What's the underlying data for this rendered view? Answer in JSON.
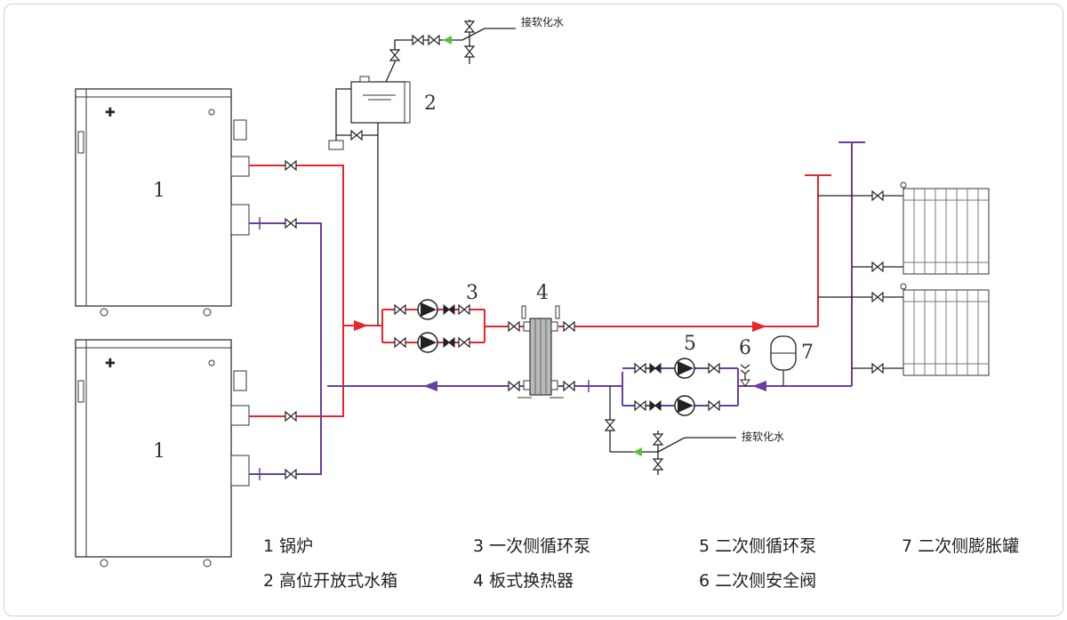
{
  "labels": {
    "boiler_1_top": "1",
    "boiler_1_bottom": "1",
    "tank": "2",
    "primary_pump": "3",
    "heat_exchanger": "4",
    "secondary_pump": "5",
    "safety_valve": "6",
    "expansion_tank": "7"
  },
  "notes": {
    "soft_water_top": "接软化水",
    "soft_water_bottom": "接软化水"
  },
  "legend": {
    "item1": "1 锅炉",
    "item2": "2 高位开放式水箱",
    "item3": "3 一次侧循环泵",
    "item4": "4 板式换热器",
    "item5": "5 二次侧循环泵",
    "item6": "6 二次侧安全阀",
    "item7": "7 二次侧膨胀罐"
  },
  "colors": {
    "supply": "#e8262a",
    "return": "#6a3ea1",
    "line": "#222222",
    "arrow_green": "#5bbf3b"
  }
}
